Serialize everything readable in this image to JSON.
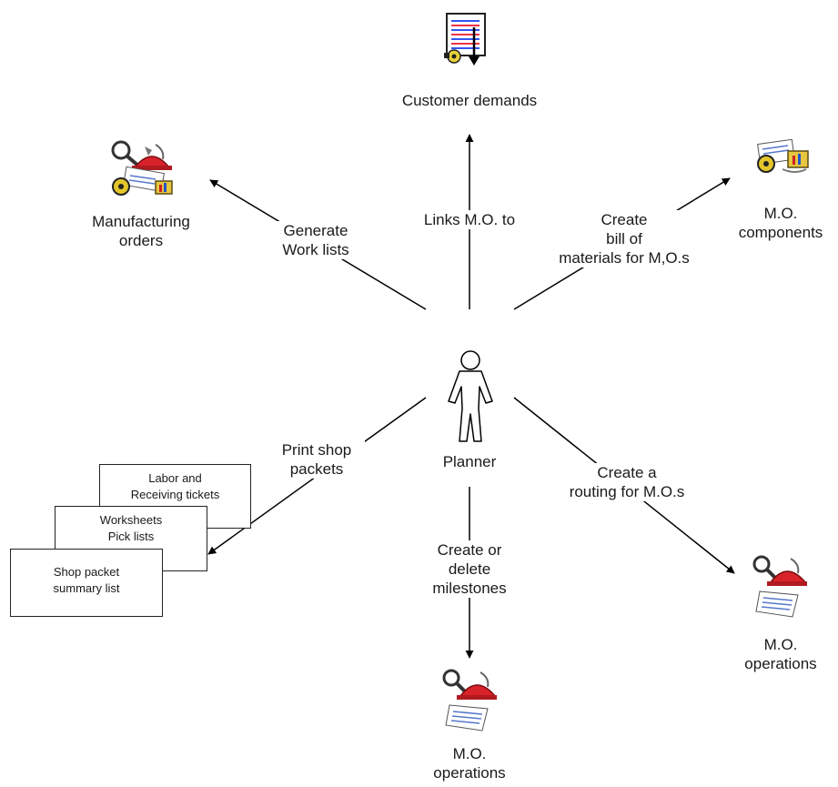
{
  "nodes": {
    "customer_demands": "Customer demands",
    "manufacturing_orders": [
      "Manufacturing",
      "orders"
    ],
    "mo_components": [
      "M.O.",
      "components"
    ],
    "planner": "Planner",
    "mo_operations_right": [
      "M.O.",
      "operations"
    ],
    "mo_operations_bottom": [
      "M.O.",
      "operations"
    ]
  },
  "edges": {
    "generate_work_lists": [
      "Generate",
      "Work lists"
    ],
    "links_mo_to": "Links M.O. to",
    "create_bill": [
      "Create",
      "bill  of",
      "materials for M,O.s"
    ],
    "print_shop_packets": [
      "Print shop",
      "packets"
    ],
    "create_or_delete_milestones": [
      "Create or",
      "delete",
      "milestones"
    ],
    "create_routing": [
      "Create a",
      "routing for M.O.s"
    ]
  },
  "shop_packet_cards": [
    [
      "Labor and",
      "Receiving tickets"
    ],
    [
      "Worksheets",
      "Pick lists"
    ],
    [
      "Shop packet",
      "summary list"
    ]
  ],
  "icons": {
    "customer_demands": "document-list-icon",
    "manufacturing_orders": "manufacturing-orders-icon",
    "mo_components": "components-icon",
    "planner": "person-icon",
    "mo_operations": "operations-icon"
  }
}
